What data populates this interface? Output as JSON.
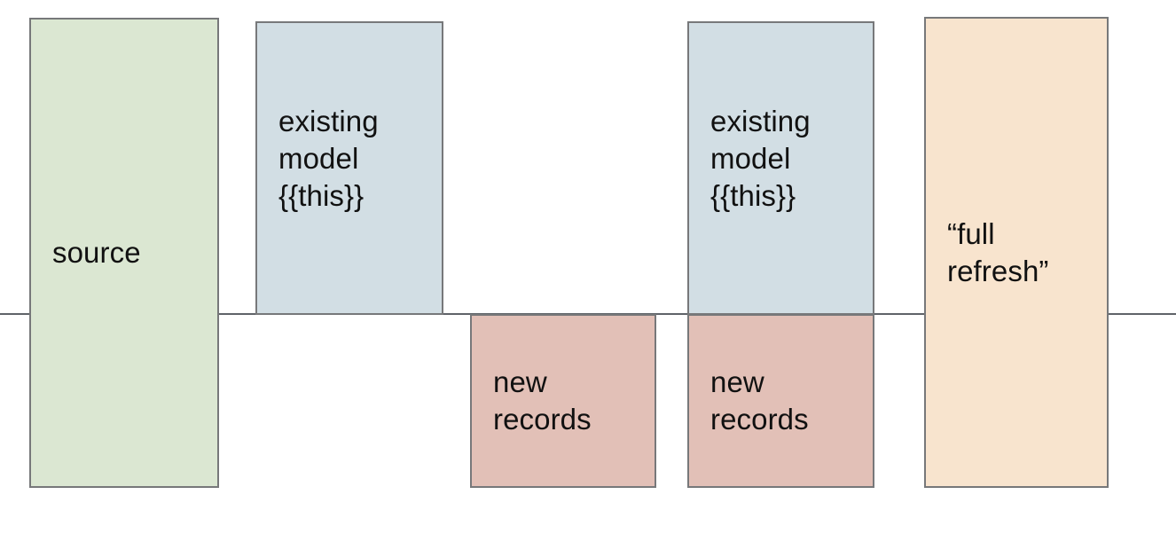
{
  "diagram": {
    "title": "incremental model full refresh diagram",
    "divider": {
      "name": "horizontal-baseline",
      "color": "#5f6368"
    },
    "palette": {
      "green": "#dbe7d2",
      "blue": "#d2dee4",
      "red": "#e2c0b7",
      "orange": "#f8e4ce",
      "border": "#77787a",
      "text": "#111111",
      "background": "#ffffff"
    },
    "boxes": [
      {
        "id": "source",
        "label": "source",
        "color_name": "green",
        "position": "spans-divider",
        "column": 1
      },
      {
        "id": "existing-model-1",
        "label": "existing\nmodel\n{{this}}",
        "color_name": "blue",
        "position": "above-divider",
        "column": 2
      },
      {
        "id": "new-records-1",
        "label": "new\nrecords",
        "color_name": "red",
        "position": "below-divider",
        "column": 3
      },
      {
        "id": "existing-model-2",
        "label": "existing\nmodel\n{{this}}",
        "color_name": "blue",
        "position": "above-divider",
        "column": 4
      },
      {
        "id": "new-records-2",
        "label": "new\nrecords",
        "color_name": "red",
        "position": "below-divider",
        "column": 4
      },
      {
        "id": "full-refresh",
        "label": "“full\nrefresh”",
        "color_name": "orange",
        "position": "spans-divider",
        "column": 5
      }
    ]
  }
}
